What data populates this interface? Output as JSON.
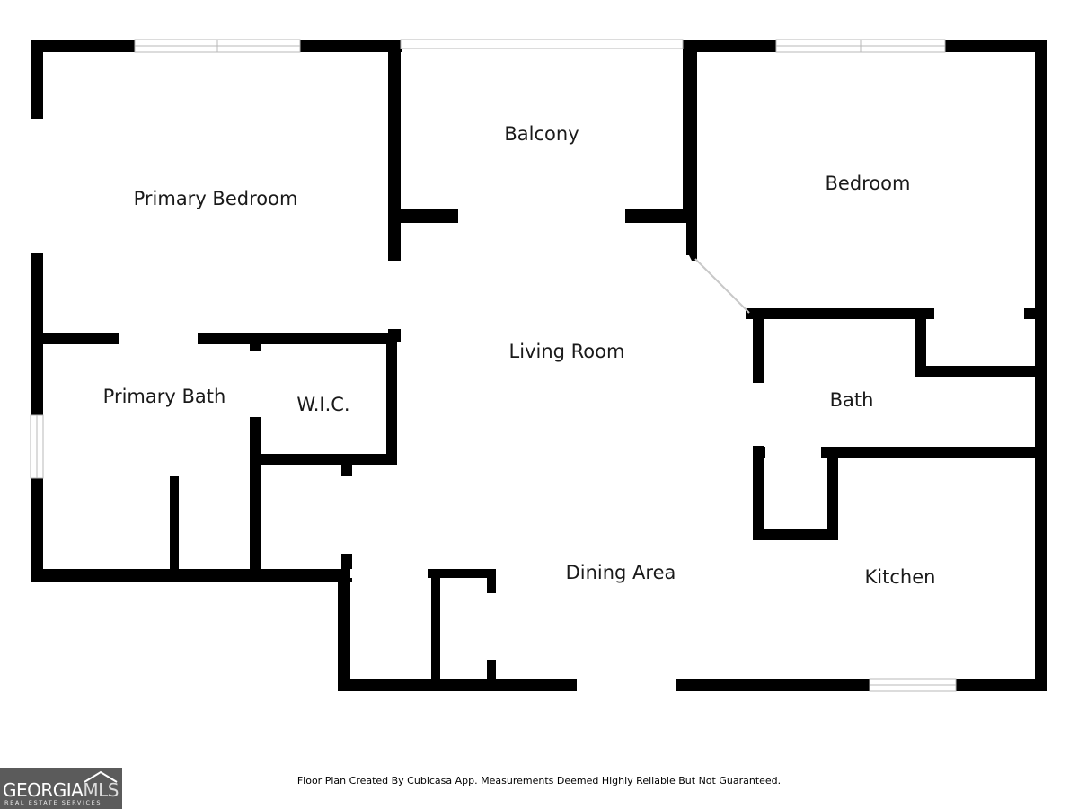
{
  "rooms": {
    "primary_bedroom": "Primary Bedroom",
    "balcony": "Balcony",
    "bedroom": "Bedroom",
    "living_room": "Living Room",
    "primary_bath": "Primary Bath",
    "wic": "W.I.C.",
    "bath": "Bath",
    "dining_area": "Dining Area",
    "kitchen": "Kitchen"
  },
  "footer": {
    "note": "Floor Plan Created By Cubicasa App. Measurements Deemed Highly Reliable But Not Guaranteed."
  },
  "logo": {
    "brand_a": "GEORGIA",
    "brand_b": "MLS",
    "tagline": "REAL ESTATE SERVICES"
  },
  "colors": {
    "wall": "#000000",
    "window": "#b9b9b9",
    "logo_bg": "#5b5b5b"
  }
}
